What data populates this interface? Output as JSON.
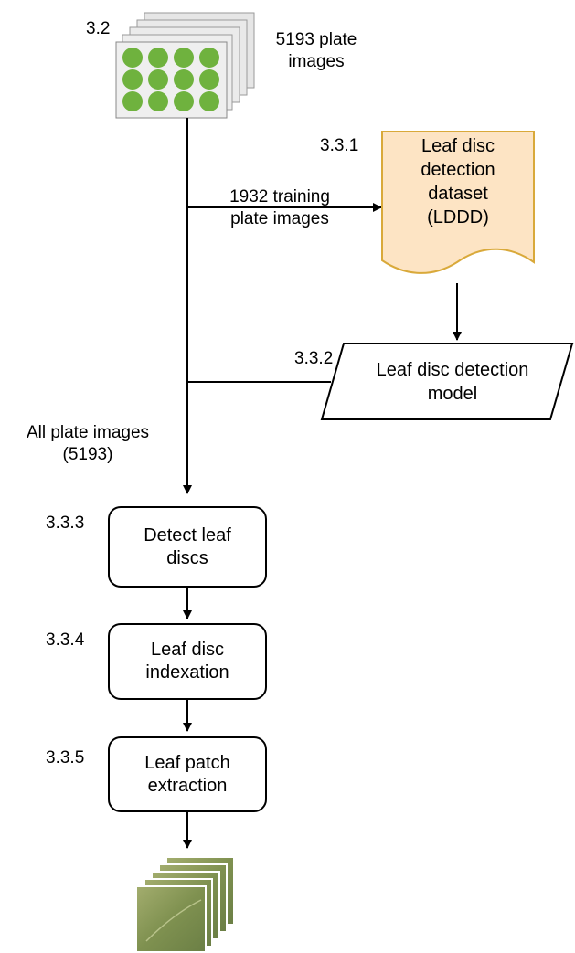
{
  "steps": {
    "plates": {
      "num": "3.2",
      "label_l1": "5193 plate",
      "label_l2": "images"
    },
    "dataset": {
      "num": "3.3.1",
      "l1": "Leaf disc",
      "l2": "detection",
      "l3": "dataset",
      "l4": "(LDDD)"
    },
    "training_edge": {
      "l1": "1932 training",
      "l2": "plate images"
    },
    "model": {
      "num": "3.3.2",
      "l1": "Leaf disc detection",
      "l2": "model"
    },
    "all_plates": {
      "l1": "All plate images",
      "l2": "(5193)"
    },
    "detect": {
      "num": "3.3.3",
      "l1": "Detect leaf",
      "l2": "discs"
    },
    "index": {
      "num": "3.3.4",
      "l1": "Leaf disc",
      "l2": "indexation"
    },
    "patch": {
      "num": "3.3.5",
      "l1": "Leaf patch",
      "l2": "extraction"
    }
  },
  "colors": {
    "dataset_fill": "#fde4c4",
    "dataset_stroke": "#d9a93a",
    "plate_well": "#6fb23e",
    "leaf_patch": "#8a9a5a"
  },
  "icons": [
    "plate-images-stack-icon",
    "leaf-patches-stack-icon"
  ]
}
